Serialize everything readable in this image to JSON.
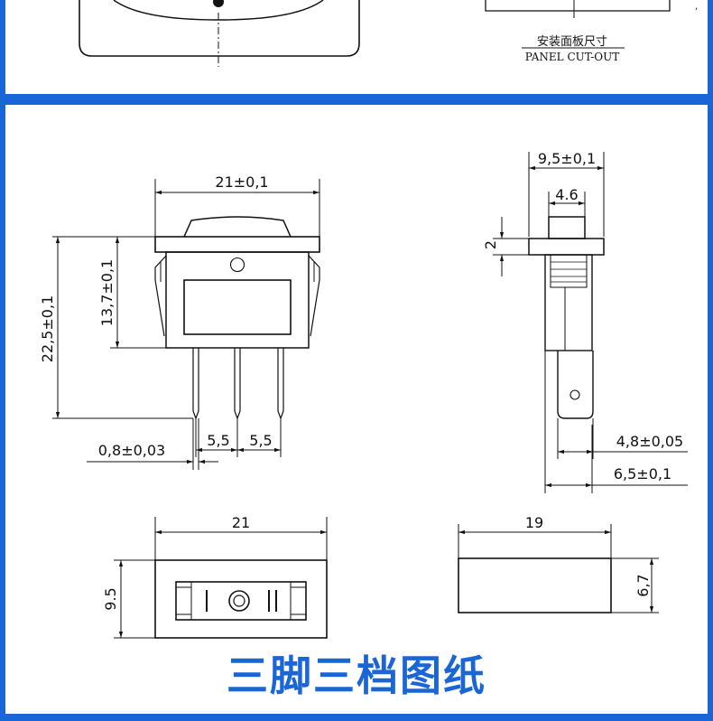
{
  "panel_cutout": {
    "label_cn": "安装面板尺寸",
    "label_en": "PANEL CUT-OUT"
  },
  "front_view": {
    "width": "21±0,1",
    "height_total": "22,5±0,1",
    "height_body": "13,7±0,1",
    "pin_pitch_1": "5,5",
    "pin_pitch_2": "5,5",
    "pin_thickness": "0,8±0,03"
  },
  "side_view": {
    "width": "9,5±0,1",
    "rocker_width": "4.6",
    "rocker_height": "2",
    "terminal_width": "4,8±0,05",
    "body_depth": "6,5±0,1"
  },
  "top_view": {
    "width": "21",
    "height": "9.5",
    "mark_off": "I",
    "mark_on": "II"
  },
  "cutout_view": {
    "width": "19",
    "height": "6,7"
  },
  "title": "三脚三档图纸",
  "colors": {
    "frame": "#1a66d6",
    "ink": "#111111"
  }
}
